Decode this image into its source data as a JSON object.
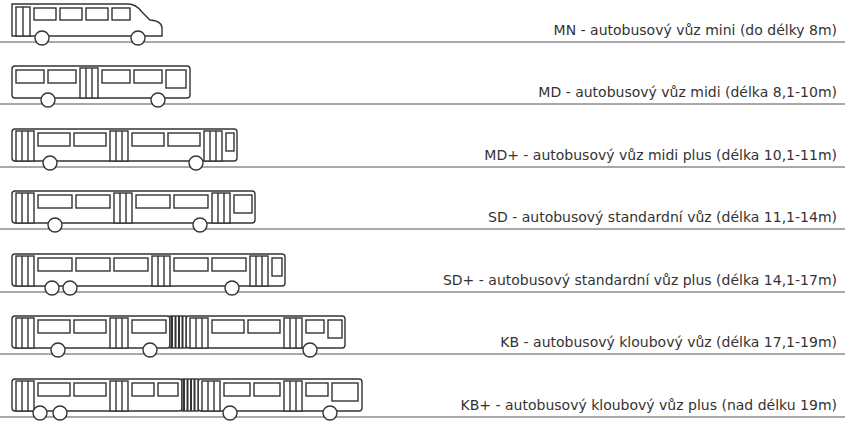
{
  "diagram": {
    "labels": [
      "MN - autobusový vůz mini (do délky 8m)",
      "MD - autobusový vůz midi (délka 8,1-10m)",
      "MD+ - autobusový vůz midi plus (délka 10,1-11m)",
      "SD - autobusový standardní vůz (délka 11,1-14m)",
      "SD+ - autobusový standardní vůz plus (délka 14,1-17m)",
      "KB - autobusový kloubový vůz (délka 17,1-19m)",
      "KB+ - autobusový kloubový vůz plus (nad délku 19m)"
    ]
  }
}
